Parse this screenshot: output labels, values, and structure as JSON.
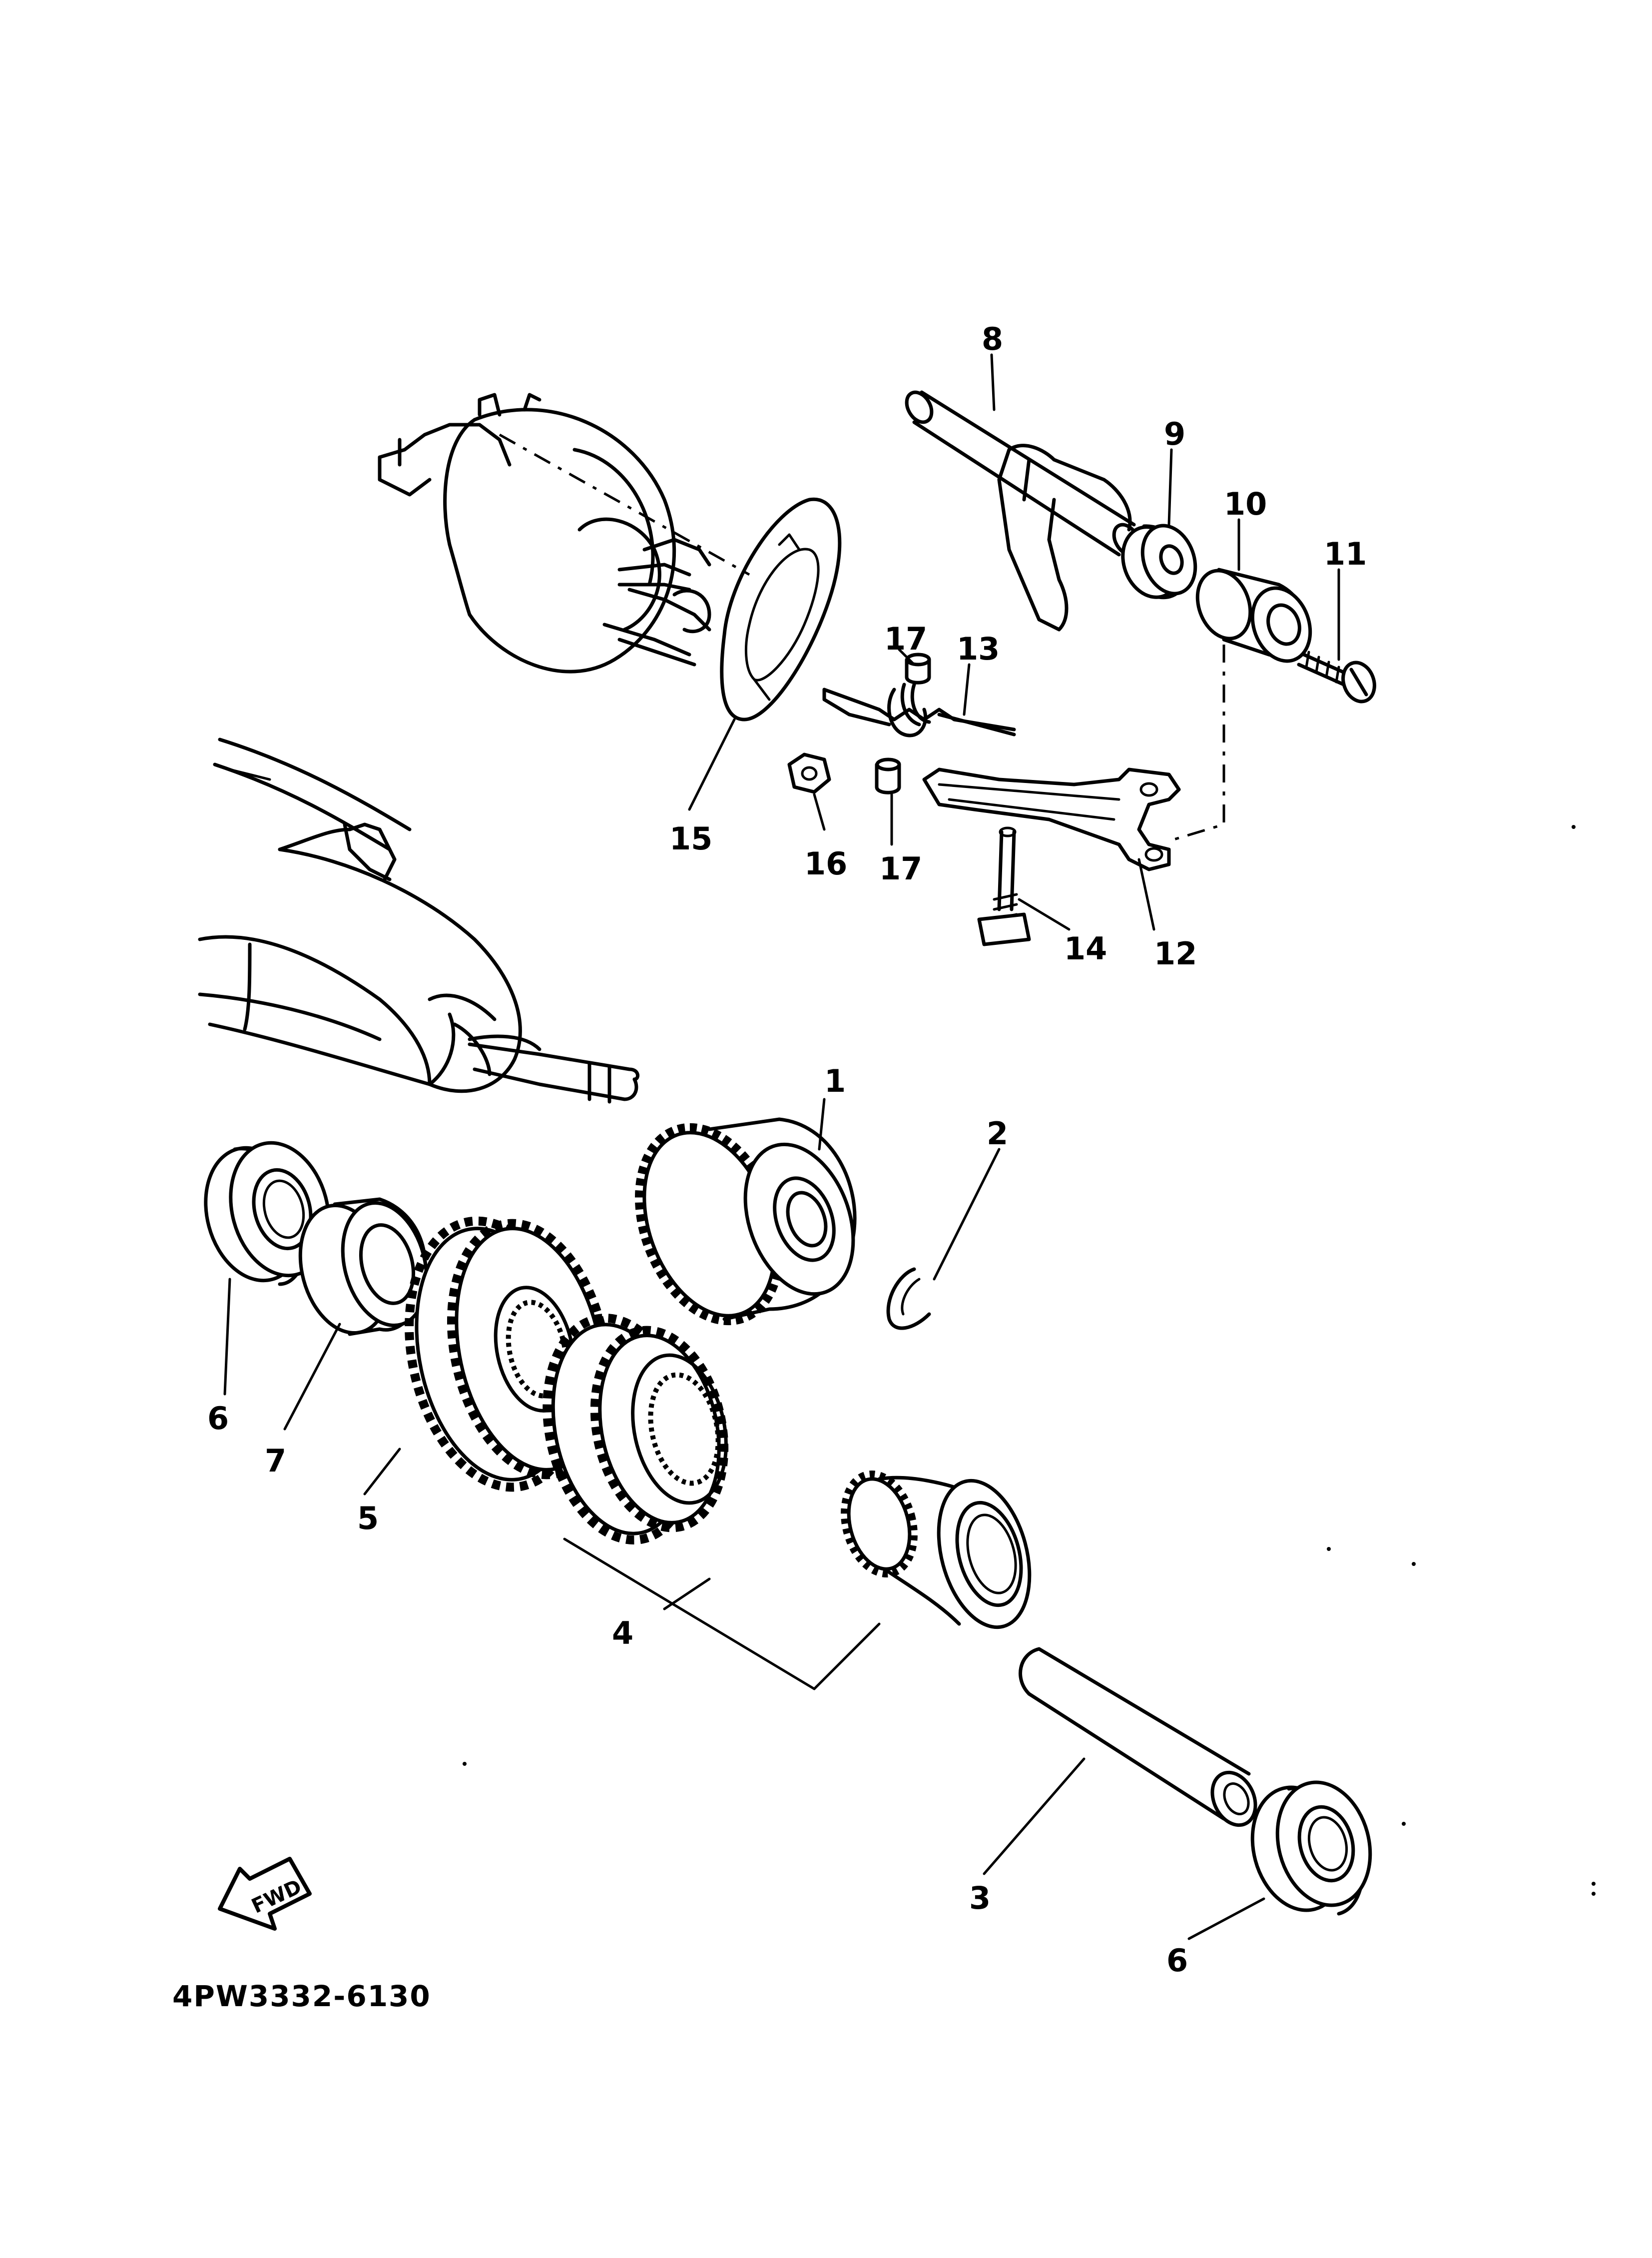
{
  "callouts": {
    "c1": "1",
    "c2": "2",
    "c3": "3",
    "c4": "4",
    "c5": "5",
    "c6a": "6",
    "c6b": "6",
    "c7": "7",
    "c8": "8",
    "c9": "9",
    "c10": "10",
    "c11": "11",
    "c12": "12",
    "c13": "13",
    "c14": "14",
    "c15": "15",
    "c16": "16",
    "c17a": "17",
    "c17b": "17"
  },
  "drawing_code": "4PW3332-6130",
  "fwd_mark": "FWD",
  "colors": {
    "ink": "#000000",
    "paper": "#ffffff"
  }
}
